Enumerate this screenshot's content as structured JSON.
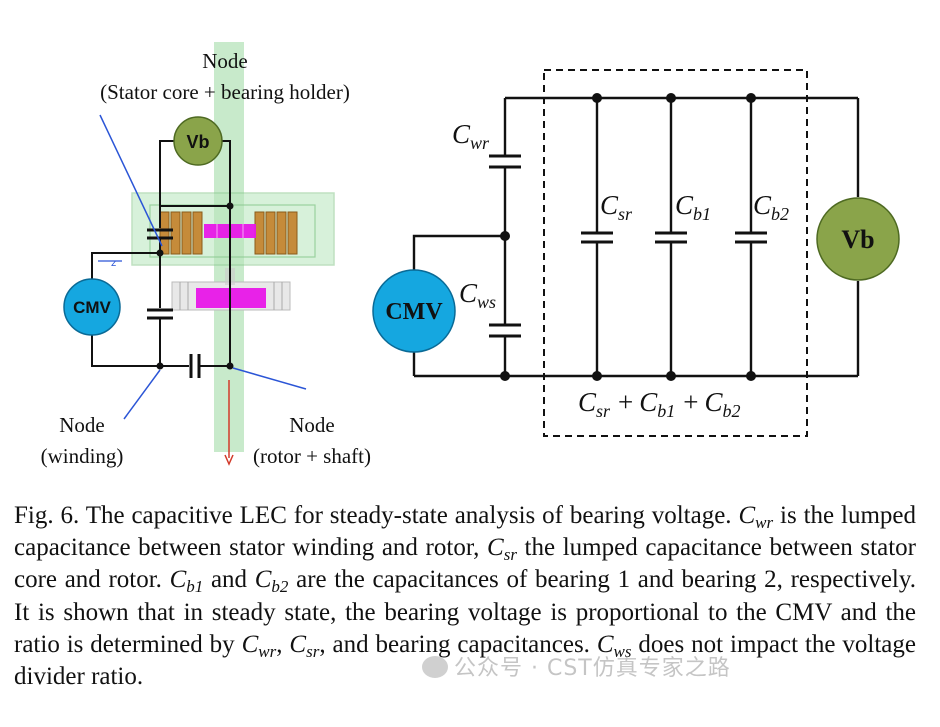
{
  "left_figure": {
    "node_top_line1": "Node",
    "node_top_line2": "(Stator core + bearing holder)",
    "vb_label": "Vb",
    "cmv_label": "CMV",
    "node_winding_line1": "Node",
    "node_winding_line2": "(winding)",
    "node_rotor_line1": "Node",
    "node_rotor_line2": "(rotor + shaft)",
    "axis_label": "z"
  },
  "right_circuit": {
    "c_wr": {
      "sym": "C",
      "sub": "wr"
    },
    "c_ws": {
      "sym": "C",
      "sub": "ws"
    },
    "c_sr": {
      "sym": "C",
      "sub": "sr"
    },
    "c_b1": {
      "sym": "C",
      "sub": "b1"
    },
    "c_b2": {
      "sym": "C",
      "sub": "b2"
    },
    "vb_label": "Vb",
    "cmv_label": "CMV",
    "sum_label": {
      "t1": "C",
      "s1": "sr",
      "op1": "+",
      "t2": "C",
      "s2": "b1",
      "op2": "+",
      "t3": "C",
      "s3": "b2"
    }
  },
  "caption": {
    "fig_label": "Fig. 6.",
    "p1": " The capacitive LEC for steady-state analysis of bearing voltage. ",
    "m1": "C",
    "m1_sub": "wr",
    "p2": " is the lumped capacitance between stator winding and rotor, ",
    "m2": "C",
    "m2_sub": "sr",
    "p3": " the lumped capacitance between stator core and rotor. ",
    "m3": "C",
    "m3_sub": "b1",
    "p4": " and ",
    "m4": "C",
    "m4_sub": "b2",
    "p5": " are the capacitances of bearing 1 and bearing 2, respectively. It is shown that in steady state, the bearing voltage is proportional to the CMV and the ratio is determined by ",
    "m5": "C",
    "m5_sub": "wr",
    "p6": ", ",
    "m6": "C",
    "m6_sub": "sr",
    "p7": ", and bearing capacitances. ",
    "m7": "C",
    "m7_sub": "ws",
    "p8": " does not impact the voltage divider ratio."
  },
  "watermark": {
    "text": "公众号 · CST仿真专家之路"
  },
  "colors": {
    "vb_fill": "#8aa44a",
    "cmv_fill": "#15a7e0",
    "shaft_green": "#9bd8a0",
    "magenta": "#e817e8",
    "coil_orange": "#c58b3a",
    "leader_blue": "#2b55d6"
  }
}
